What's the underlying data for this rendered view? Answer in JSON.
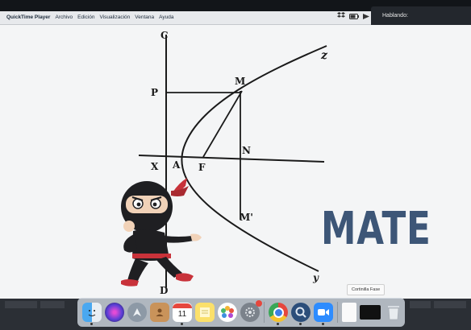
{
  "menubar": {
    "apple_icon": "apple-icon",
    "app_name": "QuickTime Player",
    "items": [
      {
        "label": "Archivo"
      },
      {
        "label": "Edición"
      },
      {
        "label": "Visualización"
      },
      {
        "label": "Ventana"
      },
      {
        "label": "Ayuda"
      }
    ],
    "status_icons": [
      "dropbox-icon",
      "battery-icon",
      "forward-icon"
    ]
  },
  "notification": {
    "text": "Hablando:"
  },
  "diagram": {
    "labels": {
      "c": "C",
      "p": "P",
      "m": "M",
      "n": "N",
      "x": "X",
      "a": "A",
      "f": "F",
      "m_prime": "M'",
      "d": "D",
      "y": "y",
      "z": "z"
    }
  },
  "brand_word": "MATE",
  "tooltip": "Cortinilla Fase",
  "dock": {
    "icons": [
      "finder-icon",
      "siri-icon",
      "launchpad-icon",
      "contacts-icon",
      "calendar-icon",
      "notes-icon",
      "photos-icon",
      "system-preferences-icon",
      "chrome-icon",
      "quicktime-icon",
      "zoom-icon",
      "document-icon",
      "screen-recording-icon",
      "trash-icon"
    ],
    "calendar_day": "11"
  },
  "colors": {
    "mate_blue": "#3d5677",
    "ninja_black": "#1f1f22",
    "ninja_red": "#c8323a",
    "menubar_bg": "#e7e9ec",
    "notification_bg": "#23272d"
  }
}
